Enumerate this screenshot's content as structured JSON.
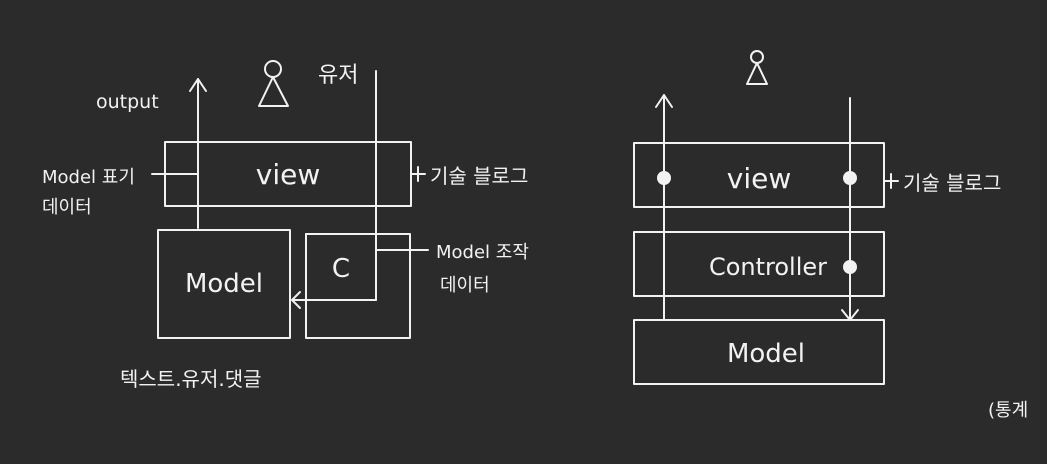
{
  "colors": {
    "background": "#2b2b2b",
    "ink": "#f2f2f2"
  },
  "left_diagram": {
    "user_label": "유저",
    "output_label": "output",
    "view_label": "view",
    "model_label": "Model",
    "controller_label": "C",
    "model_display_label": "Model 표기",
    "model_display_label2": "데이터",
    "tech_blog_label": "기술 블로그",
    "model_manip_label": "Model 조작",
    "model_manip_label2": "데이터",
    "text_label": "텍스트.유저.댓글"
  },
  "right_diagram": {
    "view_label": "view",
    "controller_label": "Controller",
    "model_label": "Model",
    "tech_blog_label": "기술 블로그",
    "note_label": "(통계"
  },
  "icons": {
    "user": "person-icon"
  }
}
